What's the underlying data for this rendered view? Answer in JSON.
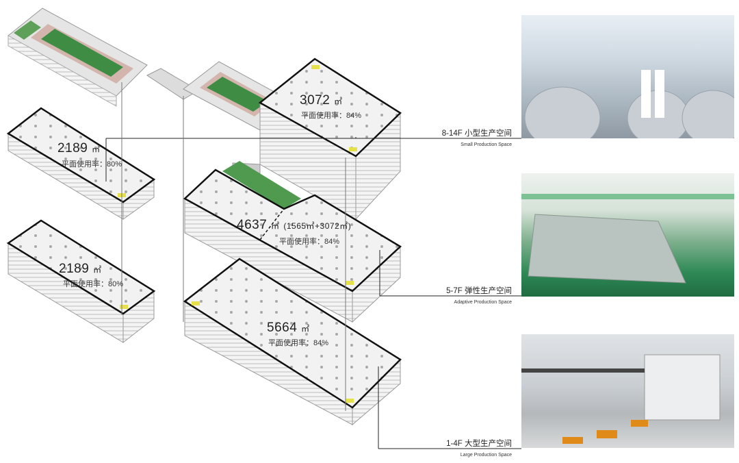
{
  "plates": [
    {
      "area": "2189",
      "unit": "㎡",
      "rate_label": "平面使用率：",
      "rate": "80%"
    },
    {
      "area": "2189",
      "unit": "㎡",
      "rate_label": "平面使用率：",
      "rate": "80%"
    },
    {
      "area": "3072",
      "unit": "㎡",
      "rate_label": "平面使用率：",
      "rate": "84%"
    },
    {
      "area": "4637",
      "unit": "㎡",
      "detail": "(1565㎡+3072㎡)",
      "rate_label": "平面使用率：",
      "rate": "84%"
    },
    {
      "area": "5664",
      "unit": "㎡",
      "rate_label": "平面使用率：",
      "rate": "84%"
    }
  ],
  "spaces": [
    {
      "floors": "8-14F",
      "name_cn": "小型生产空间",
      "name_en": "Small Production Space",
      "photo": "clean-room-reactor-tanks"
    },
    {
      "floors": "5-7F",
      "name_cn": "弹性生产空间",
      "name_en": "Adaptive Production Space",
      "photo": "assembly-line-workbenches"
    },
    {
      "floors": "1-4F",
      "name_cn": "大型生产空间",
      "name_en": "Large Production Space",
      "photo": "heavy-press-workshop"
    }
  ],
  "colors": {
    "roof_green": "#4f9a4f",
    "plate": "#f1f1f1",
    "core_yellow": "#e6e04a",
    "line": "#222222"
  }
}
